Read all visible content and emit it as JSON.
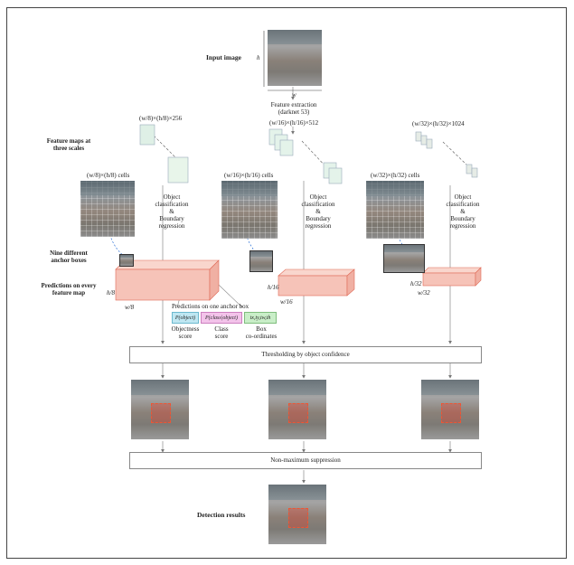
{
  "title_input": "Input image",
  "dim_h": "h",
  "dim_w": "w",
  "feature_extraction": "Feature extraction\n(darknet 53)",
  "feature_maps_label": "Feature maps at\nthree scales",
  "anchor_label": "Nine different\nanchor boxes",
  "predictions_label": "Predictions on every\nfeature map",
  "scales": [
    {
      "size": "(w/8)×(h/8)×256",
      "cells": "(w/8)×(h/8) cells",
      "h": "h/8",
      "w": "w/8"
    },
    {
      "size": "(w/16)×(h/16)×512",
      "cells": "(w/16)×(h/16) cells",
      "h": "h/16",
      "w": "w/16"
    },
    {
      "size": "(w/32)×(h/32)×1024",
      "cells": "(w/32)×(h/32) cells",
      "h": "h/32",
      "w": "w/32"
    }
  ],
  "obj_class": "Object\nclassification\n&\nBoundary\nregression",
  "pred_one_anchor": "Predictions on one anchor box",
  "chip_obj": "P(object)",
  "chip_cls": "P(class|object)",
  "chip_box": "tx,ty,tw,th",
  "score_obj": "Objectness\nscore",
  "score_cls": "Class\nscore",
  "score_box": "Box\nco-ordinates",
  "threshold": "Thresholding by object confidence",
  "nms": "Non-maximum suppression",
  "detection": "Detection results",
  "colors": {
    "tensor": "#f6c3b8",
    "tensor_edge": "#e06a57",
    "chip_obj": "#bfe7f2",
    "chip_cls": "#f3c3ea",
    "chip_box": "#c9eec8"
  }
}
